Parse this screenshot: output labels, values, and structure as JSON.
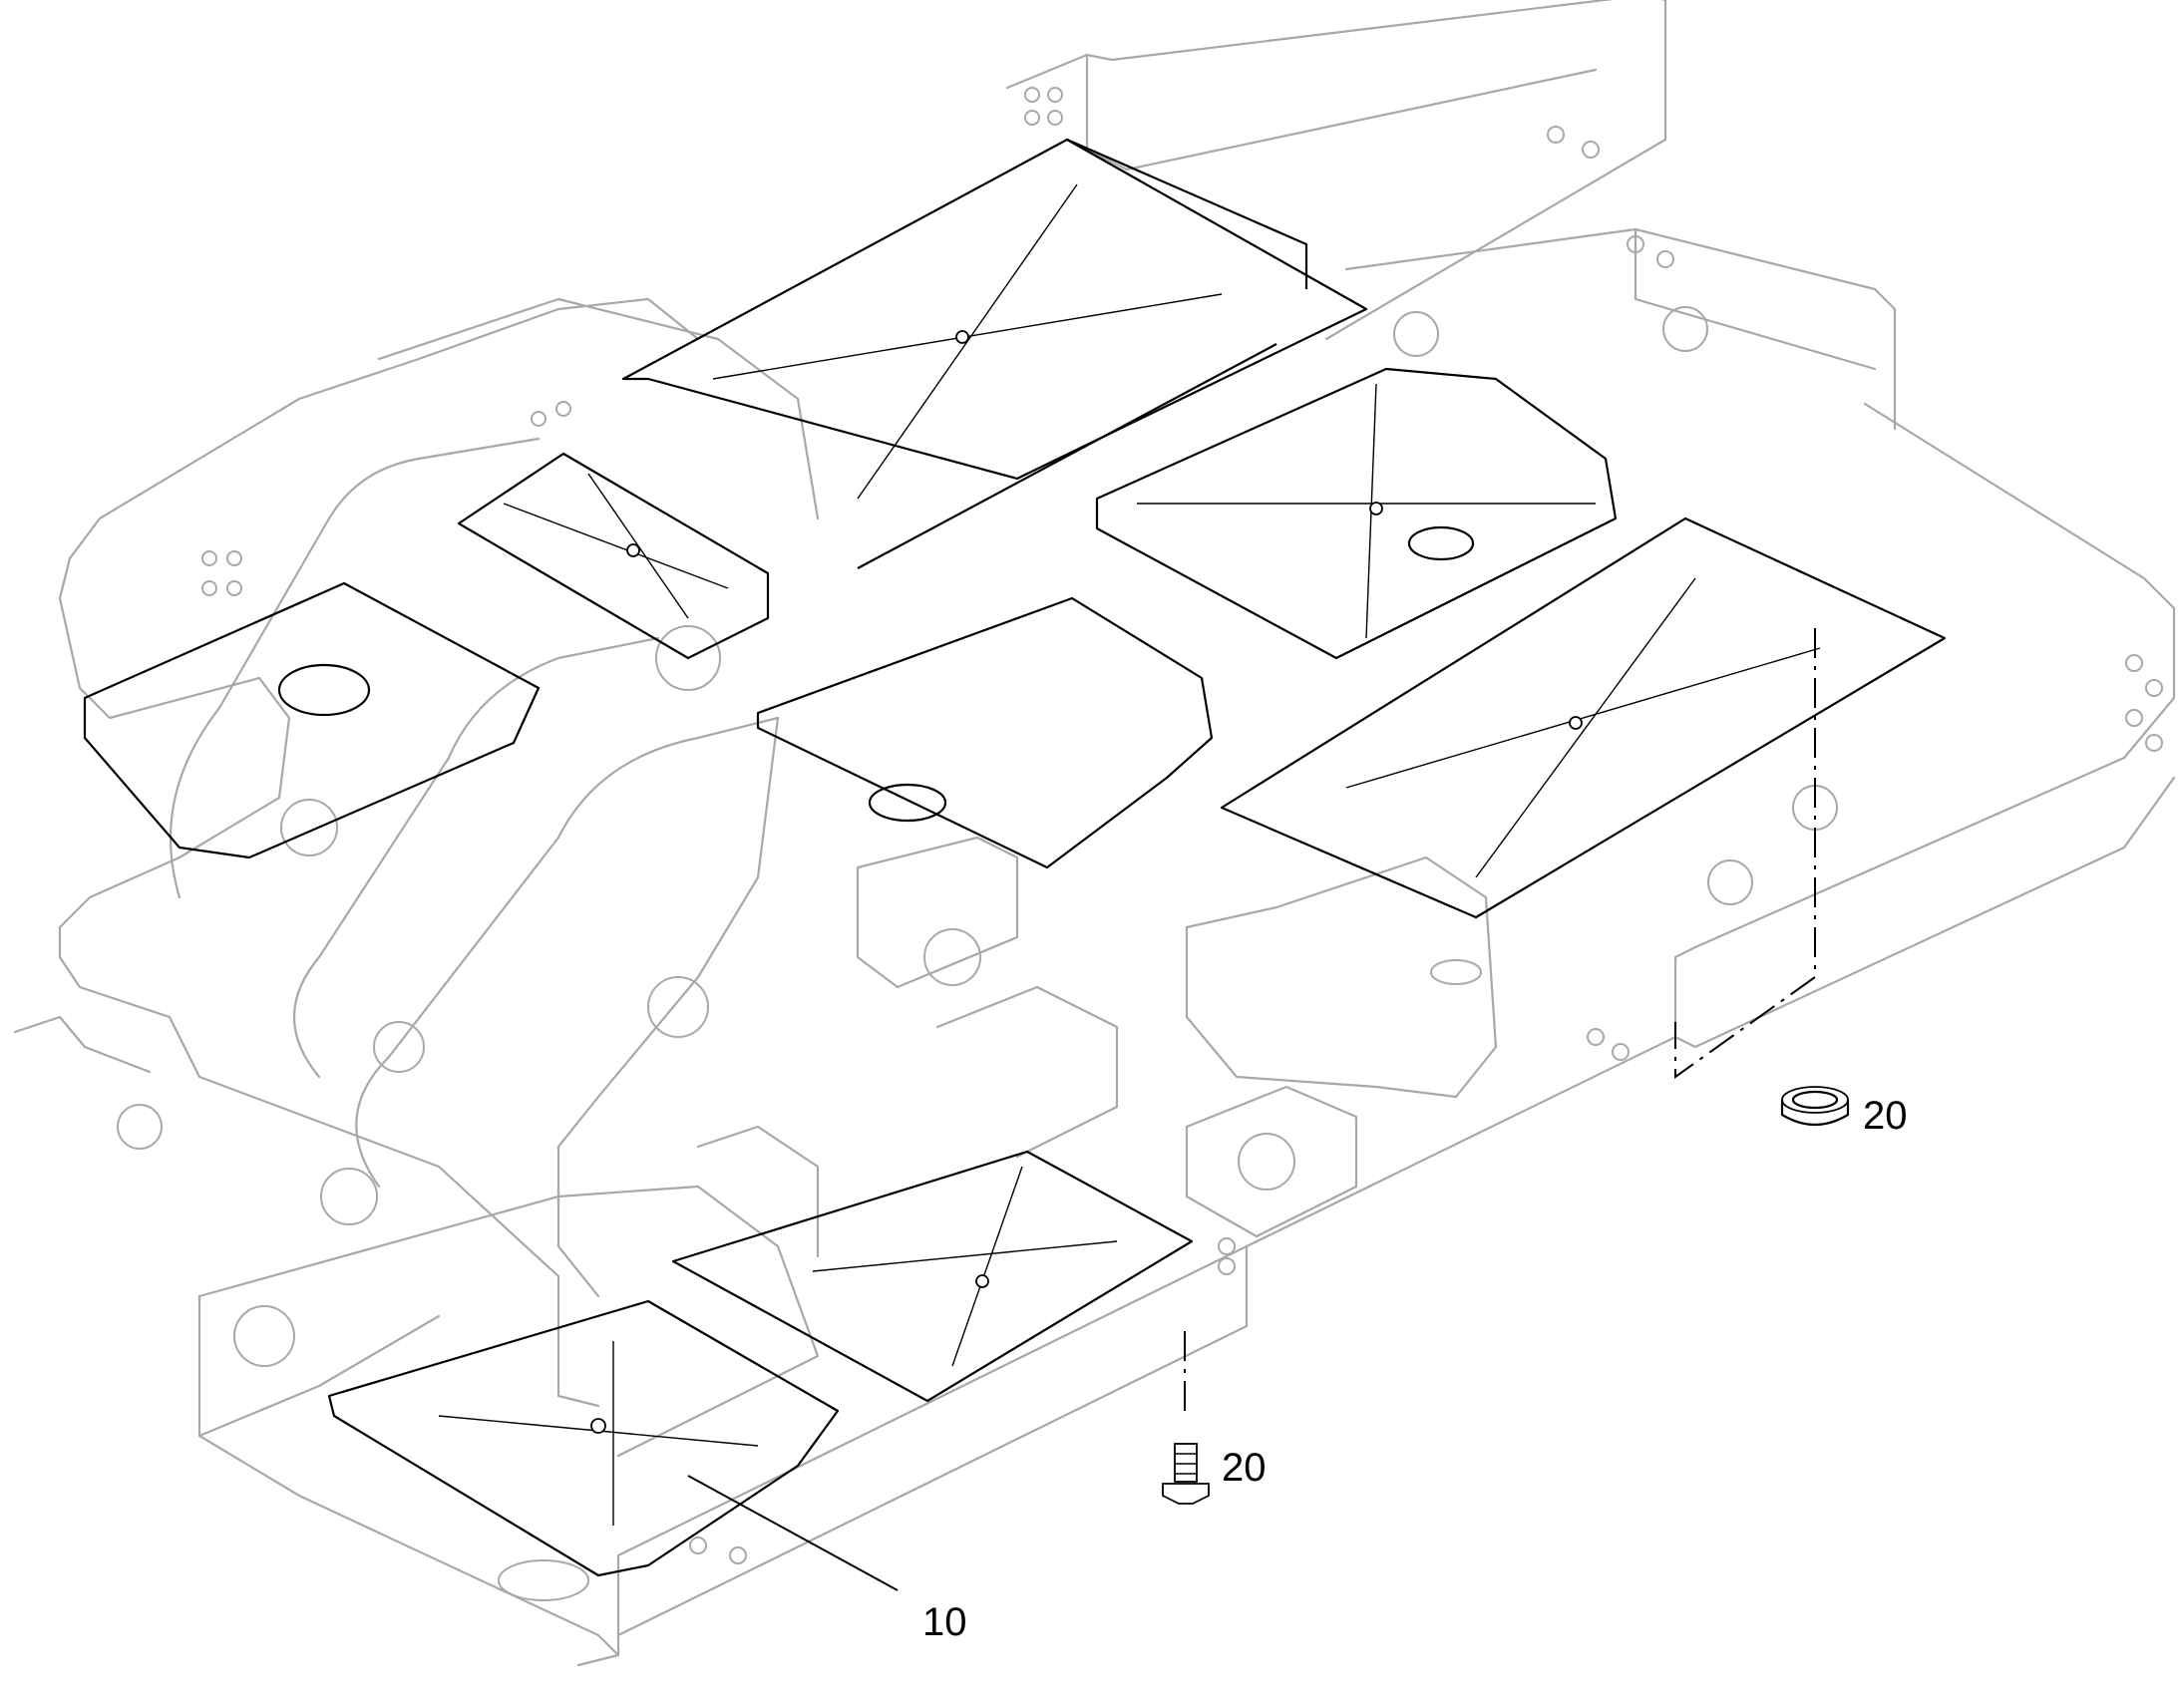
{
  "callouts": {
    "part_10": "10",
    "part_20_grommet": "20",
    "part_20_bolt": "20"
  },
  "colors": {
    "frame_line": "#a8a8a8",
    "part_line": "#000000",
    "background": "#ffffff"
  }
}
